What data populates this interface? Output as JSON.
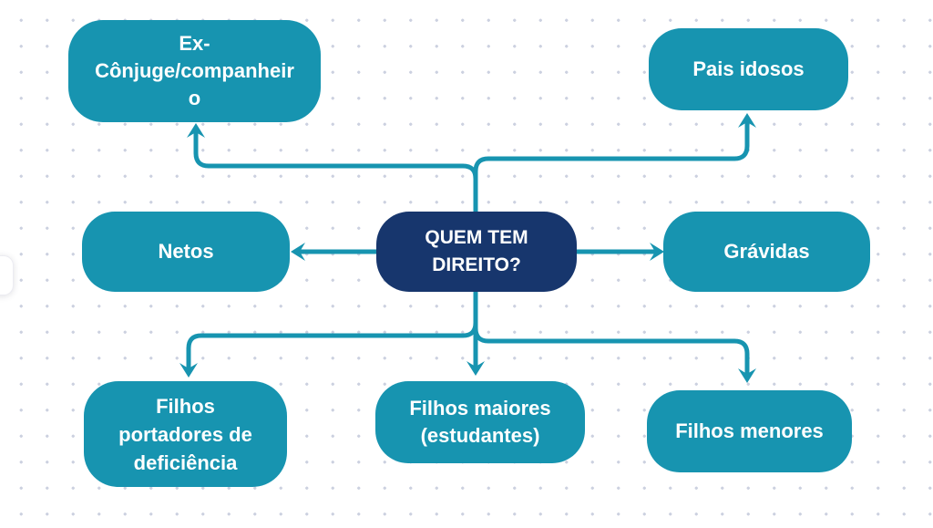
{
  "colors": {
    "branch_fill": "#1794B0",
    "center_fill": "#17366D",
    "connector": "#1794B0",
    "text": "#ffffff",
    "background": "#ffffff",
    "grid_dot": "#ccd1e0"
  },
  "diagram": {
    "center": {
      "label": "QUEM TEM DIREITO?"
    },
    "branches": {
      "top_left": {
        "label": "Ex-Cônjuge/companheiro",
        "lines": [
          "Ex-",
          "Cônjuge/companheir",
          "o"
        ]
      },
      "top_right": {
        "label": "Pais idosos"
      },
      "mid_left": {
        "label": "Netos"
      },
      "mid_right": {
        "label": "Grávidas"
      },
      "bottom_left": {
        "label": "Filhos portadores de deficiência"
      },
      "bottom_center": {
        "label": "Filhos maiores (estudantes)"
      },
      "bottom_right": {
        "label": "Filhos menores"
      }
    }
  }
}
